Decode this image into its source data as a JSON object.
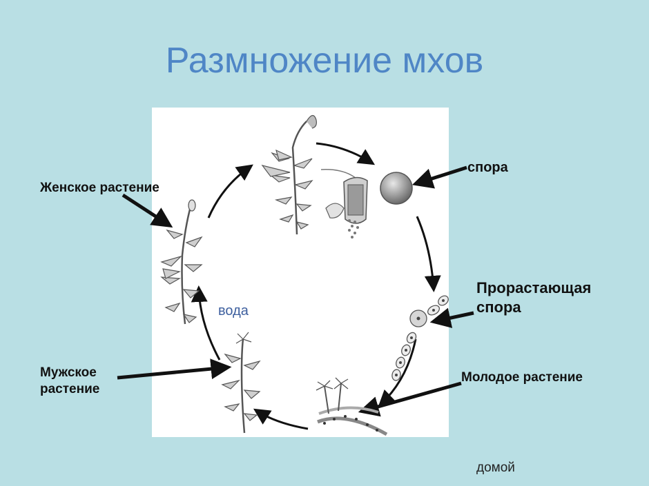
{
  "title": "Размножение мхов",
  "labels": {
    "female_plant": "Женское растение",
    "spore": "спора",
    "germinating_spore_line1": "Прорастающая",
    "germinating_spore_line2": "спора",
    "male_plant_line1": "Мужское",
    "male_plant_line2": "растение",
    "young_plant": "Молодое растение",
    "water": "вода"
  },
  "nav": {
    "home_link": "домой"
  },
  "colors": {
    "background": "#b9dfe4",
    "title": "#4f86c6",
    "panel": "#ffffff"
  }
}
